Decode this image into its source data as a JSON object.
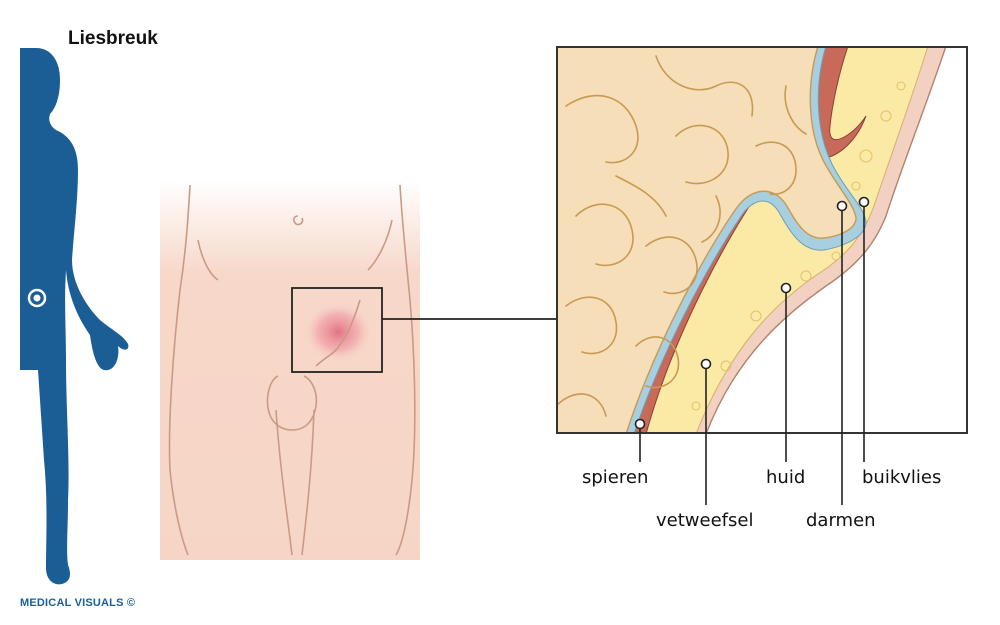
{
  "title": "Liesbreuk",
  "credit": "MEDICAL VISUALS ©",
  "labels": {
    "spieren": "spieren",
    "vetweefsel": "vetweefsel",
    "huid": "huid",
    "darmen": "darmen",
    "buikvlies": "buikvlies"
  },
  "colors": {
    "silhouette": "#1b5e96",
    "skin": "#f6d3c3",
    "skin_outline": "#c99a86",
    "redness": "#e8909a",
    "intestine": "#f5deb8",
    "intestine_line": "#c89a52",
    "fat": "#fbe9a6",
    "muscle": "#c86a5a",
    "peritoneum": "#a8cfe0"
  }
}
